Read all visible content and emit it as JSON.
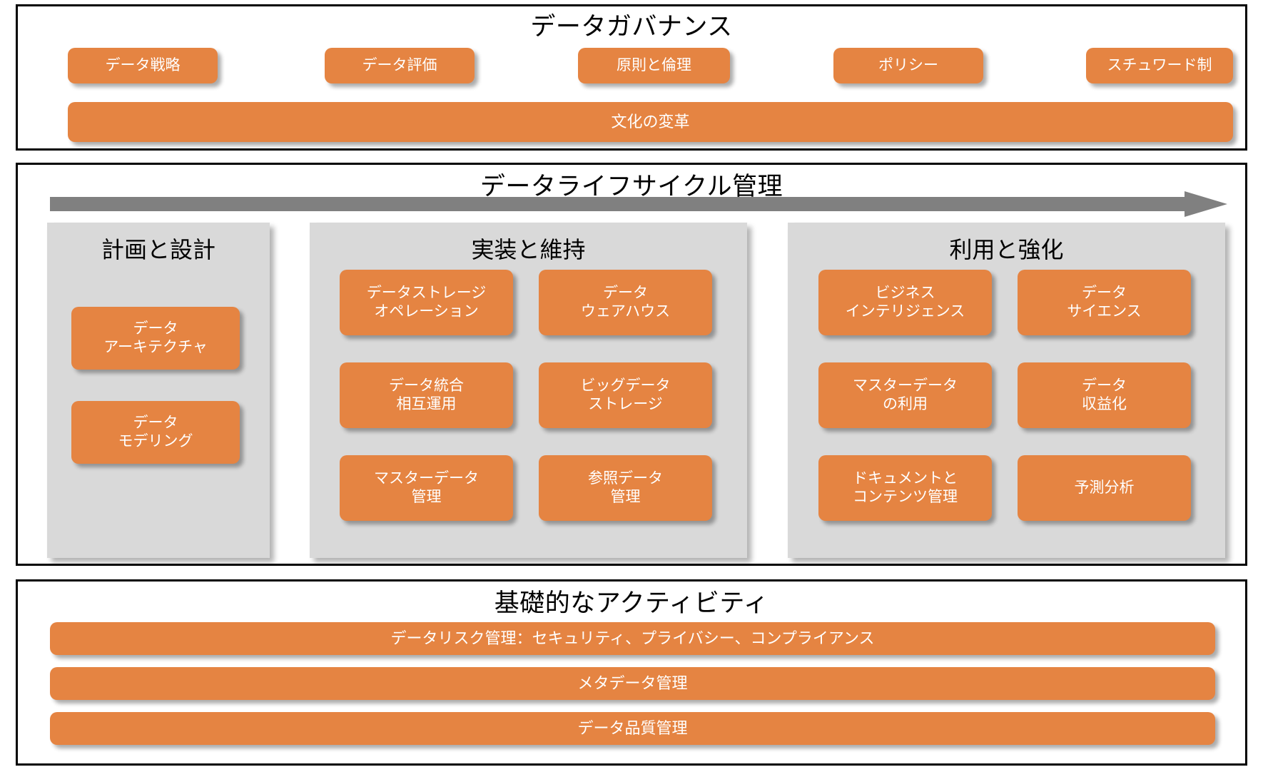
{
  "diagram": {
    "accent_orange": "#E58442",
    "stage_gray": "#D9D9D9",
    "arrow_gray": "#808080",
    "border_black": "#000000",
    "text_on_pill": "#FFFFFF"
  },
  "governance": {
    "title": "データガバナンス",
    "pills": [
      {
        "label": "データ戦略"
      },
      {
        "label": "データ評価"
      },
      {
        "label": "原則と倫理"
      },
      {
        "label": "ポリシー"
      },
      {
        "label": "スチュワード制"
      }
    ],
    "wide_bar": {
      "label": "文化の変革"
    }
  },
  "lifecycle": {
    "title": "データライフサイクル管理",
    "arrow": {
      "name": "right-arrow",
      "direction": "right"
    },
    "stages": [
      {
        "title": "計画と設計",
        "items": [
          {
            "label": "データ\nアーキテクチャ"
          },
          {
            "label": "データ\nモデリング"
          }
        ]
      },
      {
        "title": "実装と維持",
        "items": [
          {
            "label": "データストレージ\nオペレーション"
          },
          {
            "label": "データ\nウェアハウス"
          },
          {
            "label": "データ統合\n相互運用"
          },
          {
            "label": "ビッグデータ\nストレージ"
          },
          {
            "label": "マスターデータ\n管理"
          },
          {
            "label": "参照データ\n管理"
          }
        ]
      },
      {
        "title": "利用と強化",
        "items": [
          {
            "label": "ビジネス\nインテリジェンス"
          },
          {
            "label": "データ\nサイエンス"
          },
          {
            "label": "マスターデータ\nの利用"
          },
          {
            "label": "データ\n収益化"
          },
          {
            "label": "ドキュメントと\nコンテンツ管理"
          },
          {
            "label": "予測分析"
          }
        ]
      }
    ]
  },
  "foundation": {
    "title": "基礎的なアクティビティ",
    "bars": [
      {
        "label": "データリスク管理：セキュリティ、プライバシー、コンプライアンス"
      },
      {
        "label": "メタデータ管理"
      },
      {
        "label": "データ品質管理"
      }
    ]
  }
}
